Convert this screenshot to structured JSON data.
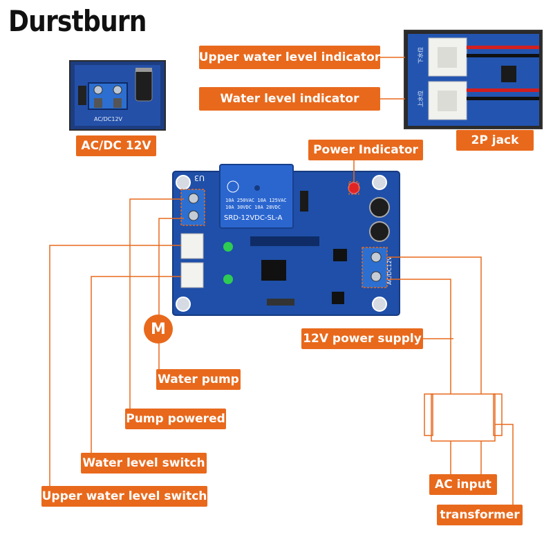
{
  "brand": "Durstburn",
  "labels": {
    "upper_indicator": "Upper water level indicator",
    "level_indicator": "Water level indicator",
    "acdc": "AC/DC 12V",
    "jack": "2P jack",
    "power_indicator": "Power Indicator",
    "supply": "12V power supply",
    "pump": "Water pump",
    "pump_powered": "Pump powered",
    "level_switch": "Water level switch",
    "upper_switch": "Upper water level switch",
    "ac_input": "AC input",
    "transformer": "transformer"
  },
  "motor_symbol": "M",
  "board": {
    "u3": "U3",
    "acdc12v": "AC/DC12V",
    "relay_model": "SRD-12VDC-SL-A",
    "relay_spec_1": "10A 250VAC  10A 125VAC",
    "relay_spec_2": "10A 30VDC   10A 28VDC"
  },
  "inset_left": {
    "text": "AC/DC12V"
  },
  "inset_right": {
    "text_top": "下水位",
    "text_bottom": "上水位"
  },
  "colors": {
    "accent": "#e8691c",
    "pcb": "#1f4fa8",
    "terminal": "#2c6fd1"
  }
}
